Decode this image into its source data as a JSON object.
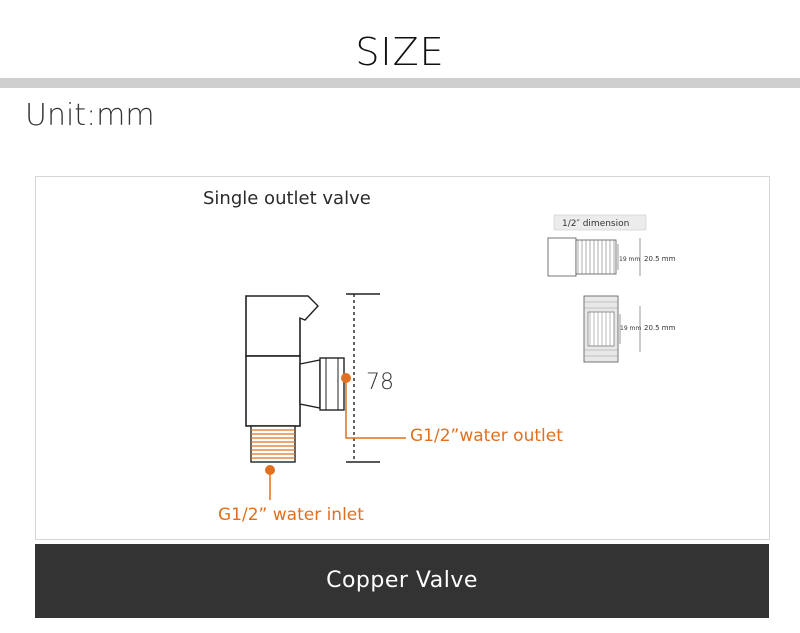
{
  "header": {
    "title": "SIZE"
  },
  "unit_label": "Unit:mm",
  "product": {
    "name": "Single outlet valve"
  },
  "dimensions": {
    "height": "78",
    "outlet_label": "G1/2”water outlet",
    "inlet_label": "G1/2” water inlet"
  },
  "thread_detail": {
    "title": "1/2″  dimension",
    "top": {
      "inner": "19 mm",
      "outer": "20.5 mm"
    },
    "bottom": {
      "inner": "19 mm",
      "outer": "20.5 mm"
    }
  },
  "footer": {
    "label": "Copper Valve"
  },
  "colors": {
    "accent": "#e0701f",
    "footer_bg": "#333333",
    "divider": "#cfcfcf"
  }
}
